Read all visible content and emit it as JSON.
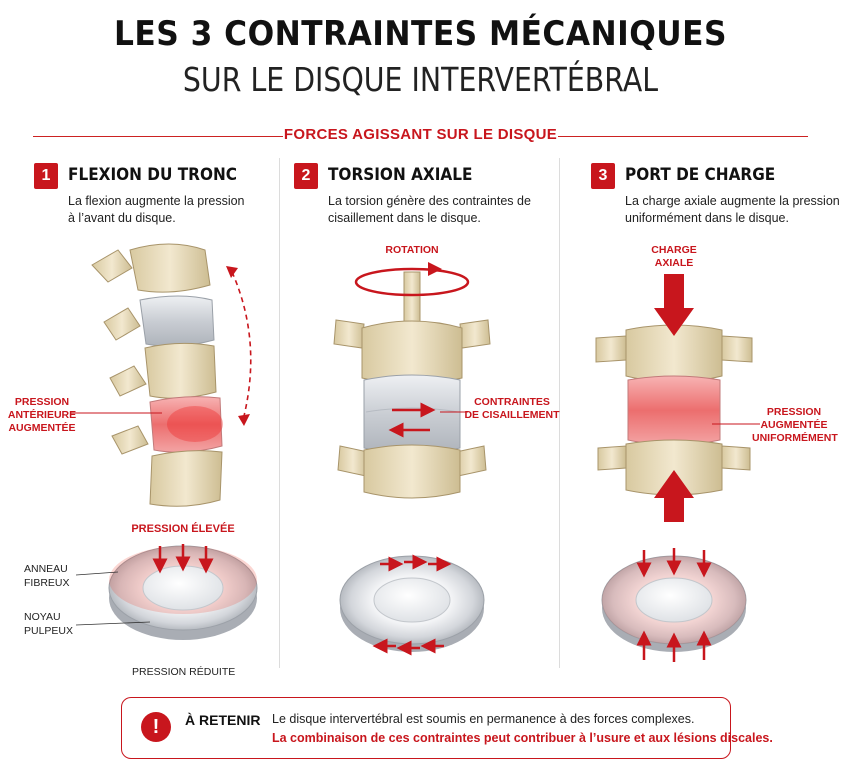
{
  "title": {
    "line1": "LES 3 CONTRAINTES MÉCANIQUES",
    "line2": "SUR LE DISQUE INTERVERTÉBRAL"
  },
  "section_label": "FORCES AGISSANT SUR LE DISQUE",
  "columns": [
    {
      "number": "1",
      "heading": "FLEXION DU TRONC",
      "description_line1": "La flexion augmente la pression",
      "description_line2": "à l’avant du disque.",
      "labels": {
        "pressure_line1": "PRESSION",
        "pressure_line2": "ANTÉRIEURE",
        "pressure_line3": "AUGMENTÉE",
        "high_pressure": "PRESSION ÉLEVÉE",
        "annulus_line1": "ANNEAU",
        "annulus_line2": "FIBREUX",
        "nucleus_line1": "NOYAU",
        "nucleus_line2": "PULPEUX",
        "low_pressure": "PRESSION RÉDUITE"
      }
    },
    {
      "number": "2",
      "heading": "TORSION AXIALE",
      "description_line1": "La torsion génère des contraintes de",
      "description_line2": "cisaillement dans le disque.",
      "labels": {
        "rotation": "ROTATION",
        "shear_line1": "CONTRAINTES",
        "shear_line2": "DE CISAILLEMENT"
      }
    },
    {
      "number": "3",
      "heading": "PORT DE CHARGE",
      "description_line1": "La charge axiale augmente la pression",
      "description_line2": "uniformément dans le disque.",
      "labels": {
        "load_line1": "CHARGE",
        "load_line2": "AXIALE",
        "uniform_line1": "PRESSION",
        "uniform_line2": "AUGMENTÉE",
        "uniform_line3": "UNIFORMÉMENT"
      }
    }
  ],
  "callout": {
    "icon": "alert-icon",
    "icon_glyph": "!",
    "heading": "À RETENIR",
    "line1": "Le disque intervertébral est soumis en permanence à des forces complexes.",
    "line2": "La combinaison de ces contraintes peut contribuer à l’usure et aux lésions discales."
  },
  "colors": {
    "accent": "#c8161d",
    "bone": "#e8dcbc",
    "disc": "#cfd3d8"
  }
}
